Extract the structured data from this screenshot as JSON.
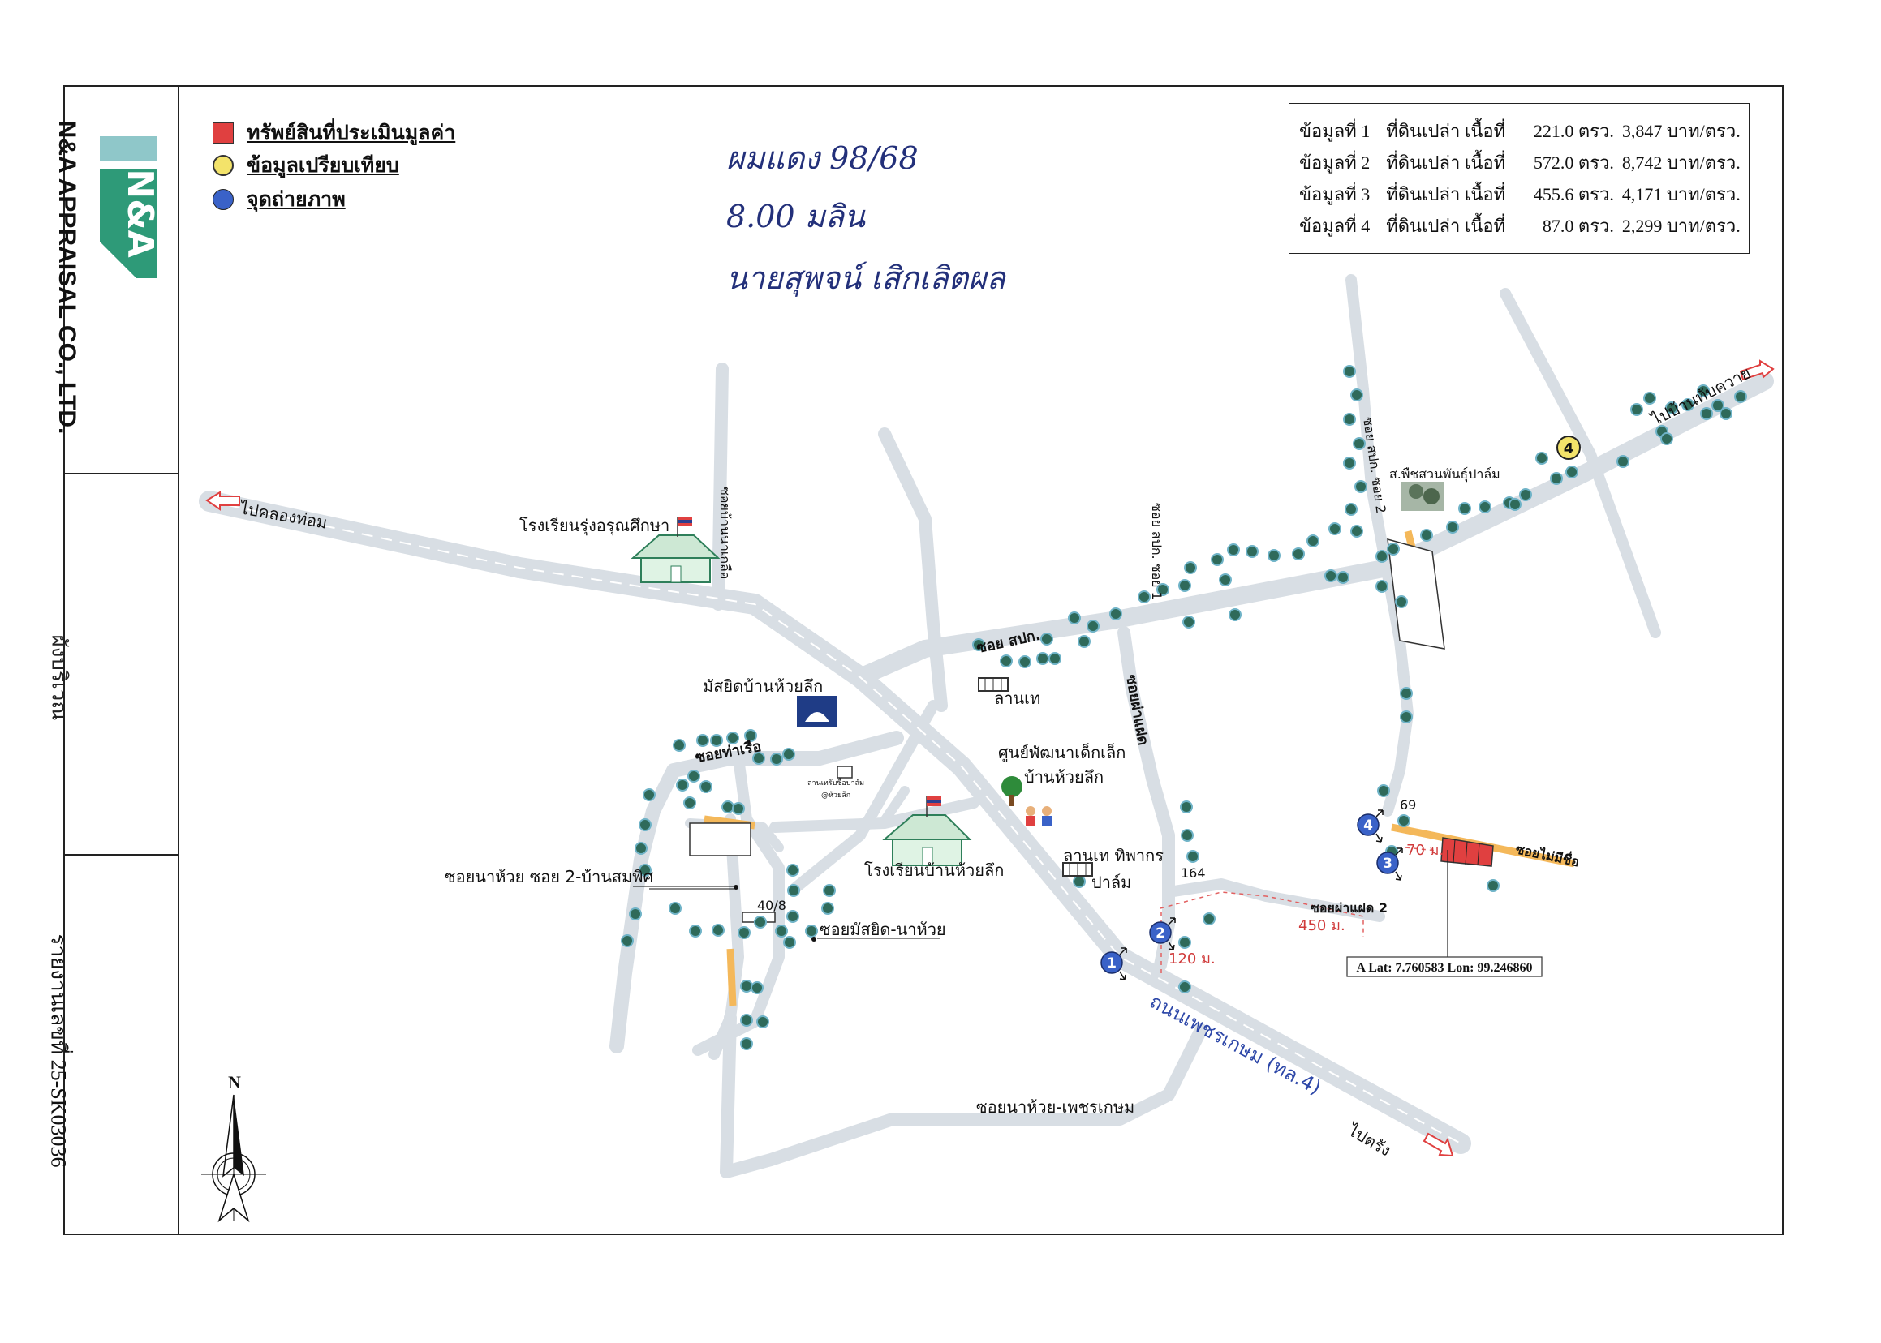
{
  "sidebar": {
    "company": "N&A APPRAISAL CO., LTD.",
    "section": "ผังบริเวณ",
    "report": "รายงานเลขที่ 25-SK03036"
  },
  "legend": [
    {
      "label": "ทรัพย์สินที่ประเมินมูลค่า",
      "color": "#e04040",
      "shape": "square"
    },
    {
      "label": "ข้อมูลเปรียบเทียบ",
      "color": "#f3e36a",
      "shape": "circle"
    },
    {
      "label": "จุดถ่ายภาพ",
      "color": "#3a62c8",
      "shape": "circle-arrows"
    }
  ],
  "handwritten": [
    "ผมแดง 98/68",
    "8.00 มลิน",
    "นายสุพจน์ เสิกเลิตผล"
  ],
  "comparables": [
    {
      "item": "ข้อมูลที่ 1",
      "type": "ที่ดินเปล่า เนื้อที่",
      "area": "221.0 ตรว.",
      "price": "3,847 บาท/ตรว."
    },
    {
      "item": "ข้อมูลที่ 2",
      "type": "ที่ดินเปล่า เนื้อที่",
      "area": "572.0 ตรว.",
      "price": "8,742 บาท/ตรว."
    },
    {
      "item": "ข้อมูลที่ 3",
      "type": "ที่ดินเปล่า เนื้อที่",
      "area": "455.6 ตรว.",
      "price": "4,171 บาท/ตรว."
    },
    {
      "item": "ข้อมูลที่ 4",
      "type": "ที่ดินเปล่า เนื้อที่",
      "area": "87.0 ตรว.",
      "price": "2,299 บาท/ตรว."
    }
  ],
  "map_labels": {
    "to_khlong_thom": "ไปคลองท่อม",
    "to_ban_thap_khwai": "ไปบ้านทับควาย",
    "to_trang": "ไปตรัง",
    "highway": "ถนนเพชรเกษม (ทล.4)",
    "soi_sapk": "ซอย สปก.",
    "soi_sapk_1": "ซอย สปก. ซอย 1",
    "soi_sapk_2": "ซอย สปก. ซอย 2",
    "soi_tha_ruea": "ซอยท่าเรือ",
    "soi_na_huai_2": "ซอยนาห้วย ซอย 2-บ้านสมพิศ",
    "soi_masjid": "ซอยมัสยิด-นาห้วย",
    "soi_na_huai_phet": "ซอยนาห้วย-เพชรเกษม",
    "soi_pha_laet": "ซอยผ่าแฝด",
    "soi_pha_laet_2": "ซอยผ่าแฝด 2",
    "soi_mai_mi_chue": "ซอยไม่มีชื่อ",
    "soi_ban_na_kluea": "ซอยบ้านนาเกลือ",
    "school_rung": "โรงเรียนรุ่งอรุณศึกษา",
    "masjid": "มัสยิดบ้านห้วยลึก",
    "school_huai_luek": "โรงเรียนบ้านห้วยลึก",
    "child_center_1": "ศูนย์พัฒนาเด็กเล็ก",
    "child_center_2": "บ้านห้วยลึก",
    "lan_the": "ลานเท",
    "lan_the_thip_1": "ลานเท ทิพากร",
    "lan_the_thip_2": "ปาล์ม",
    "lan_the_small_1": "ลานเทรับซื้อปาล์ม",
    "lan_the_small_2": "@ห้วยลึก",
    "nursery": "ส.พืชสวนพันธุ์ปาล์ม",
    "dist_120": "120 ม.",
    "dist_450": "450 ม.",
    "dist_70": "70 ม.",
    "no_164": "164",
    "no_69": "69",
    "no_40_8": "40/8",
    "latlon": "A Lat:  7.760583  Lon:  99.246860",
    "north": "N"
  },
  "photo_points": [
    "1",
    "2",
    "3",
    "4"
  ],
  "comparable_point": "4",
  "colors": {
    "road": "#d8dee4",
    "property": "#e04040",
    "comparable": "#f3e36a",
    "photo": "#3a62c8",
    "access": "#f4b85a",
    "tree": "#2f6a5a"
  }
}
